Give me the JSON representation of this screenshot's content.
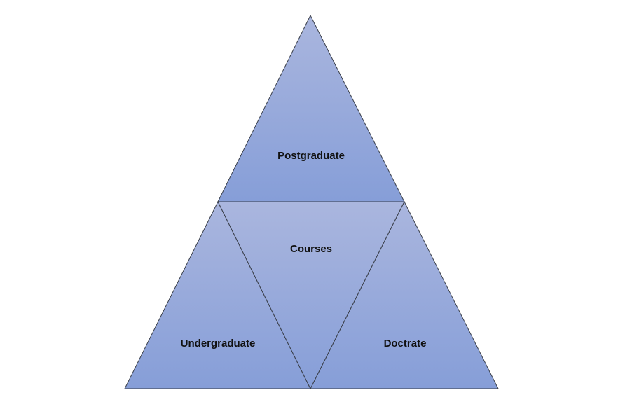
{
  "diagram": {
    "nodes": [
      {
        "id": "postgraduate",
        "label": "Postgraduate"
      },
      {
        "id": "courses",
        "label": "Courses"
      },
      {
        "id": "undergraduate",
        "label": "Undergraduate"
      },
      {
        "id": "doctrate",
        "label": "Doctrate"
      }
    ],
    "colors": {
      "fill_top": "#aab6de",
      "fill_bottom": "#869ed8",
      "stroke": "#3a3f4a",
      "text": "#111111"
    }
  }
}
